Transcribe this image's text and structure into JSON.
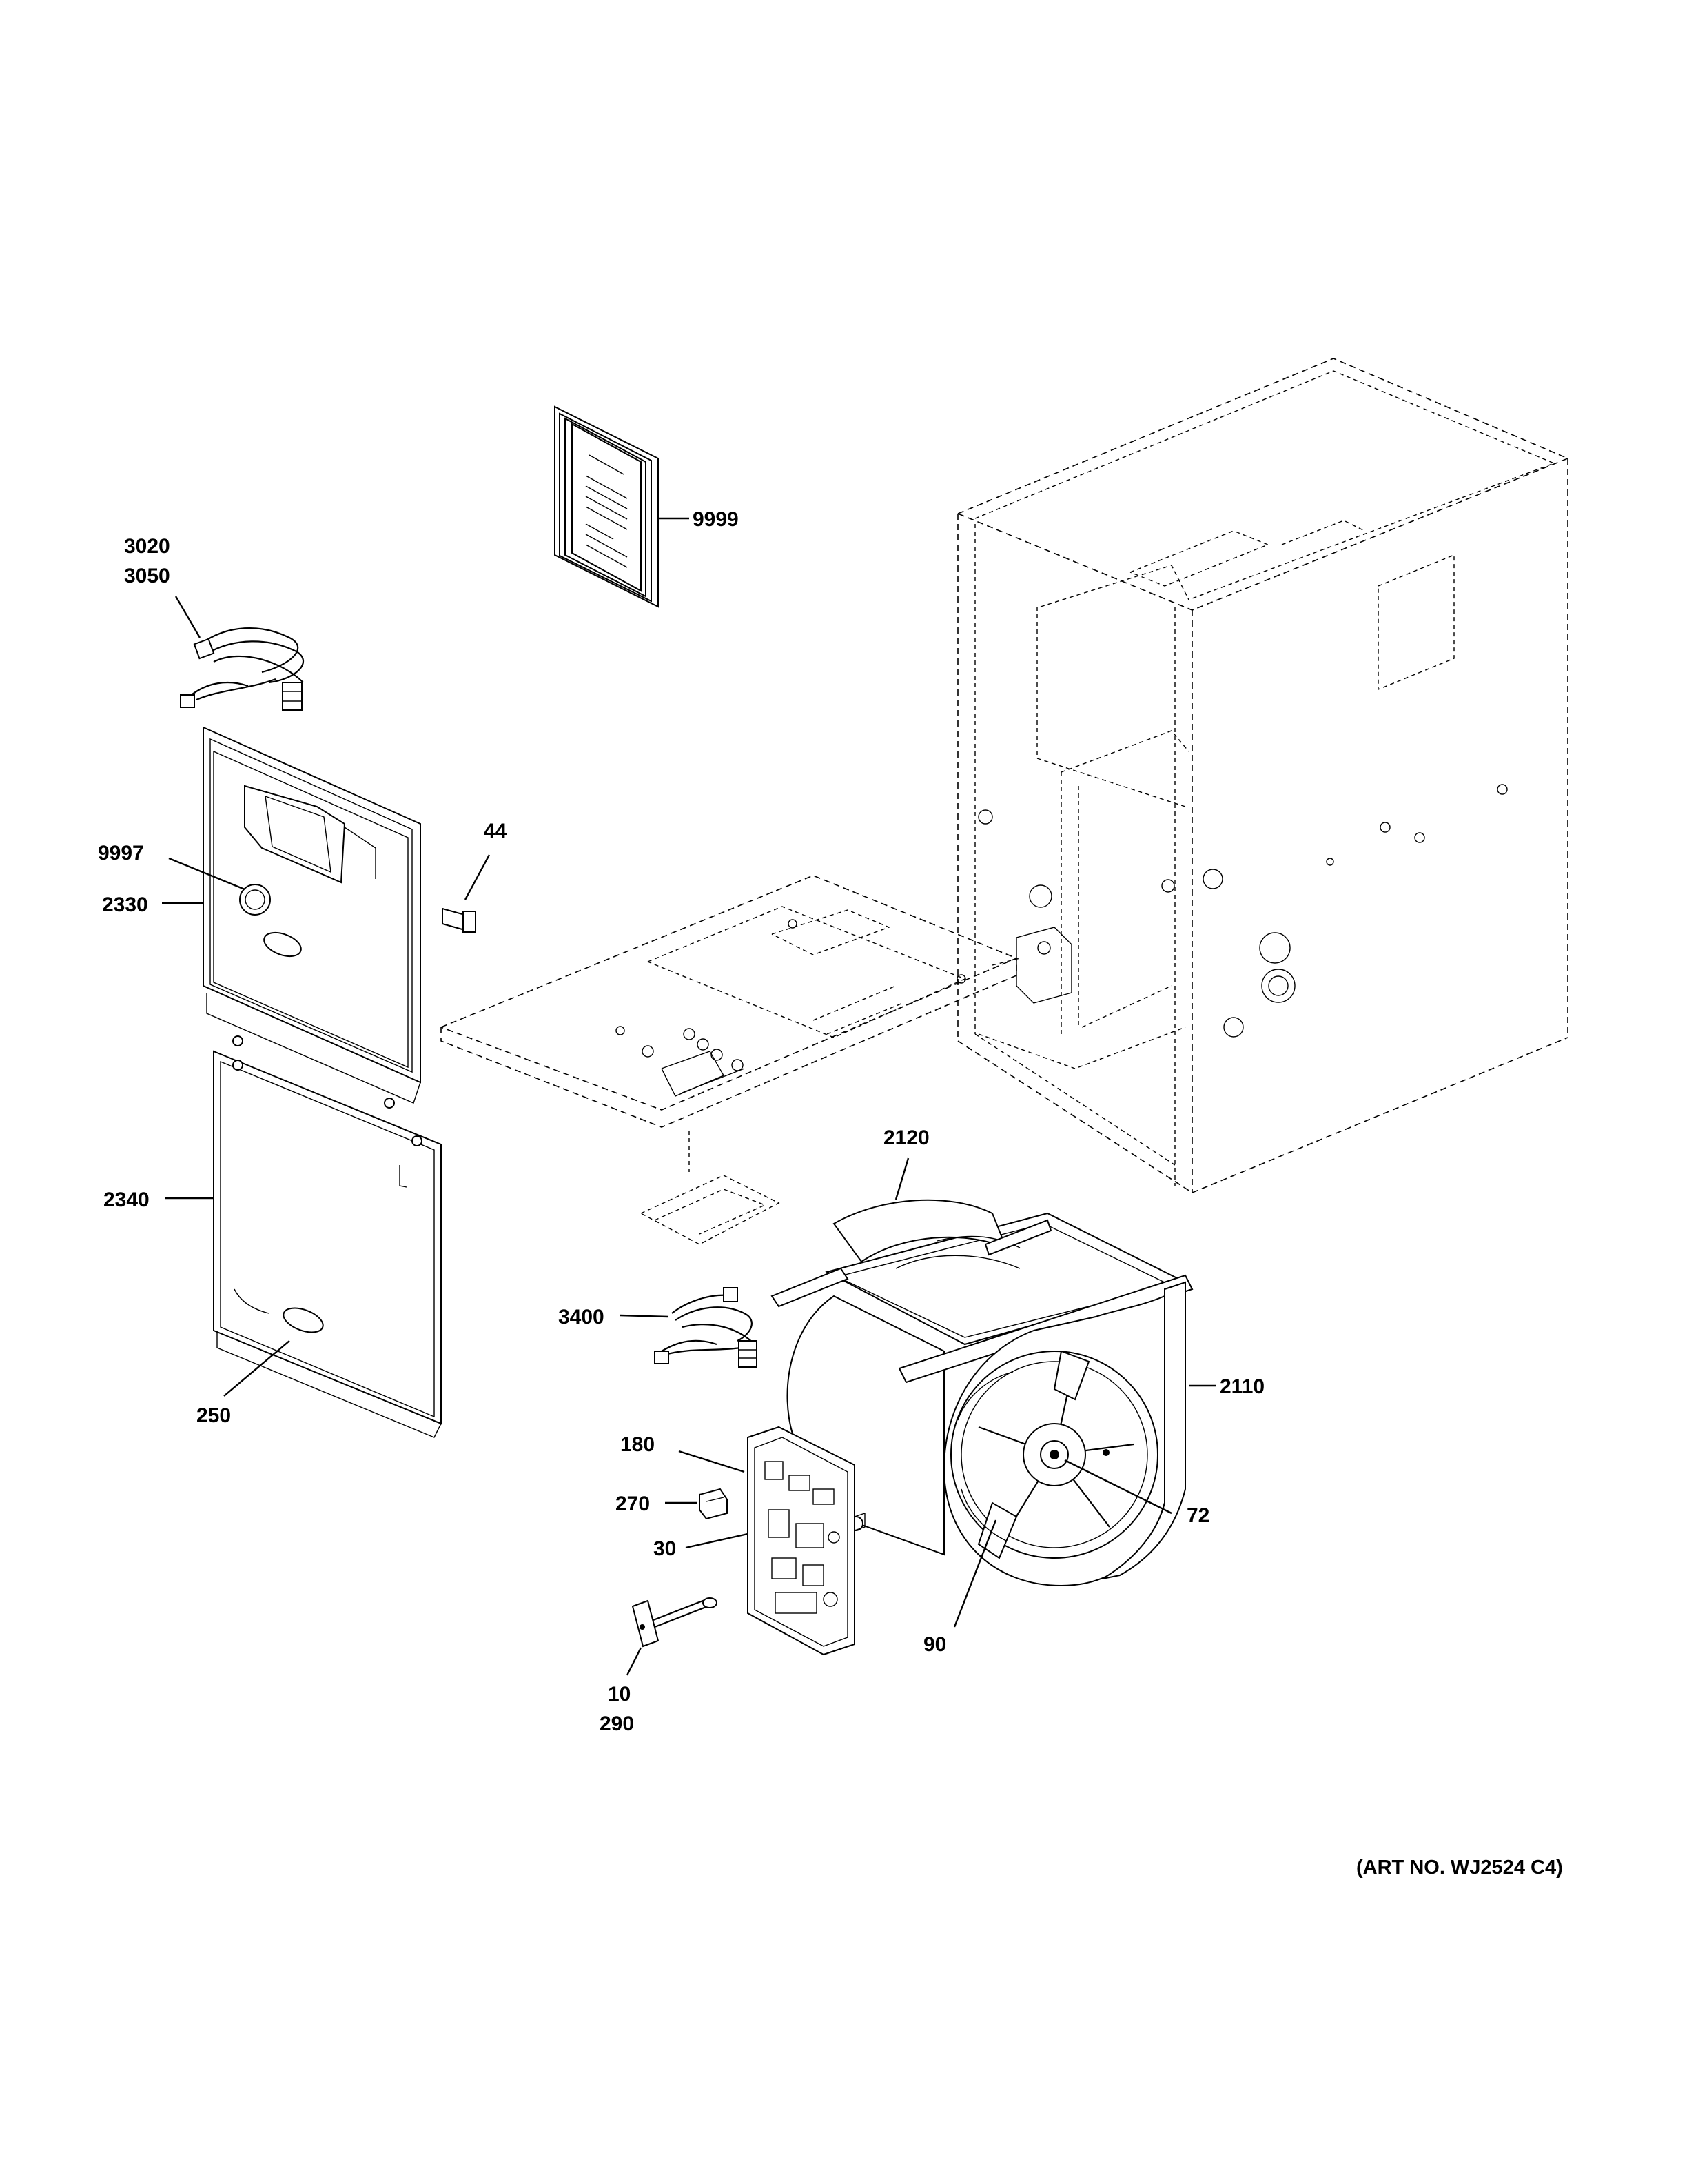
{
  "callouts": {
    "c9999": "9999",
    "c3020": "3020",
    "c3050": "3050",
    "c9997": "9997",
    "c2330": "2330",
    "c44": "44",
    "c2340": "2340",
    "c250": "250",
    "c2120": "2120",
    "c3400": "3400",
    "c2110": "2110",
    "c180": "180",
    "c270": "270",
    "c30": "30",
    "c72": "72",
    "c90": "90",
    "c10": "10",
    "c290": "290"
  },
  "art_number": "(ART NO. WJ2524 C4)"
}
